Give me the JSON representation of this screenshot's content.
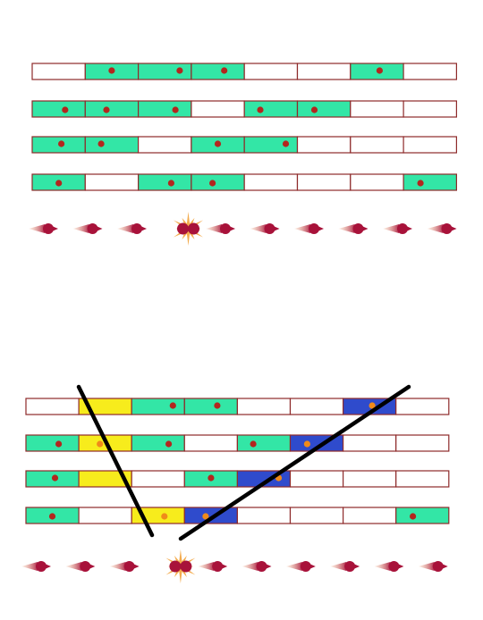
{
  "colors": {
    "empty": "#ffffff",
    "filled": "#33e6a6",
    "yellow": "#f7ec1c",
    "blue": "#2f4bcc",
    "border": "#8e2a2a",
    "dot": "#b3261e",
    "dot_on_highlight": "#f08a1a",
    "arrow_head": "#a8123a",
    "arrow_tail": "#e8a070",
    "burst": "#f2a23a",
    "line": "#000000"
  },
  "diagrams": [
    {
      "name": "top-grid",
      "rows": [
        {
          "cells": [
            "empty",
            "filled-dot",
            "filled-dot",
            "filled-dot",
            "empty",
            "empty",
            "filled-dot",
            "empty"
          ]
        },
        {
          "cells": [
            "filled-dot",
            "filled-dot",
            "filled-dot",
            "empty",
            "filled-dot",
            "filled-dot",
            "empty",
            "empty"
          ]
        },
        {
          "cells": [
            "filled-dot",
            "filled-dot",
            "empty",
            "filled-dot",
            "filled-dot",
            "empty",
            "empty",
            "empty"
          ]
        },
        {
          "cells": [
            "filled-dot",
            "empty",
            "filled-dot",
            "filled-dot",
            "empty",
            "empty",
            "empty",
            "filled-dot"
          ]
        }
      ],
      "arrows": {
        "count": 10,
        "burst_index": 3
      },
      "lines": []
    },
    {
      "name": "bottom-grid",
      "rows": [
        {
          "cells": [
            "empty",
            "yellow",
            "filled-dot",
            "filled-dot",
            "empty",
            "empty",
            "blue-dot",
            "empty"
          ]
        },
        {
          "cells": [
            "filled-dot",
            "yellow-dot",
            "filled-dot",
            "empty",
            "filled-dot",
            "blue-dot",
            "empty",
            "empty"
          ]
        },
        {
          "cells": [
            "filled-dot",
            "yellow",
            "empty",
            "filled-dot",
            "blue-dot",
            "empty",
            "empty",
            "empty"
          ]
        },
        {
          "cells": [
            "filled-dot",
            "empty",
            "yellow-dot",
            "blue-dot",
            "empty",
            "empty",
            "empty",
            "filled-dot"
          ]
        }
      ],
      "arrows": {
        "count": 10,
        "burst_index": 3
      },
      "lines": [
        "left-diagonal",
        "right-diagonal"
      ]
    }
  ]
}
